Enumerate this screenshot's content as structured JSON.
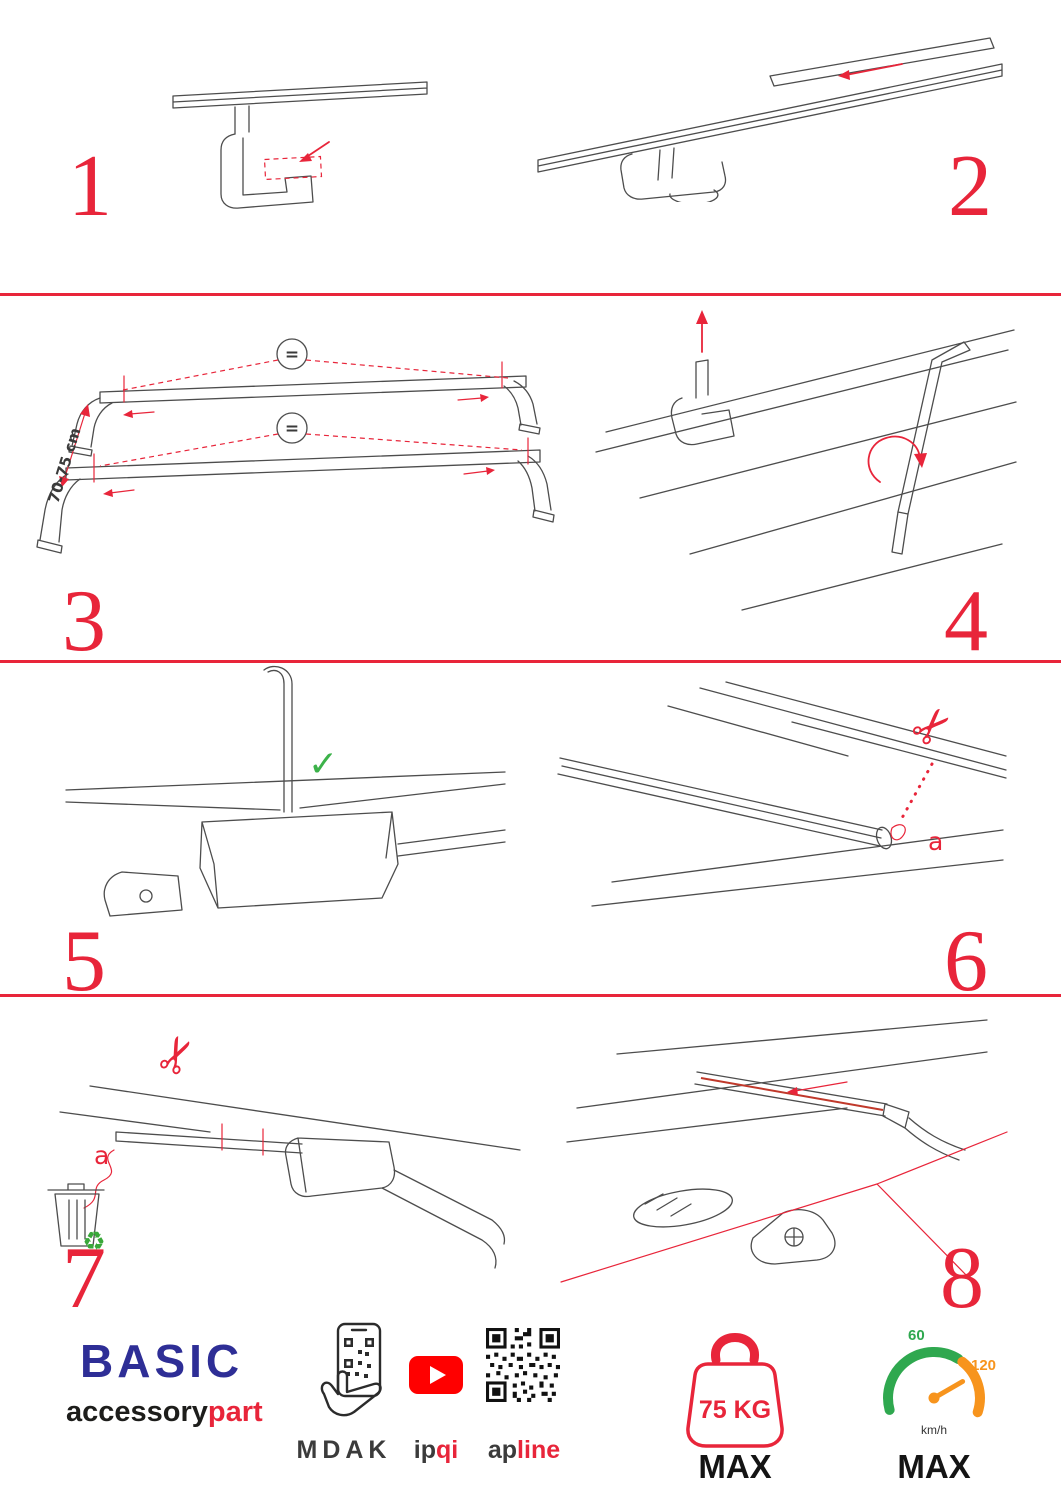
{
  "colors": {
    "accent_red": "#e8253a",
    "brand_blue": "#2e2e96",
    "check_green": "#3cb24a",
    "gauge_green": "#2fa84f",
    "gauge_orange": "#f7941d",
    "youtube_red": "#ff0000"
  },
  "steps": [
    {
      "number": "1"
    },
    {
      "number": "2"
    },
    {
      "number": "3",
      "equal_symbol": "=",
      "dimension_label": "70-75 cm"
    },
    {
      "number": "4"
    },
    {
      "number": "5",
      "check_icon": "✓"
    },
    {
      "number": "6",
      "scissors_icon": "✂",
      "cut_label": "a"
    },
    {
      "number": "7",
      "scissors_icon": "✂",
      "cut_label": "a",
      "recycle_icon": "♻"
    },
    {
      "number": "8"
    }
  ],
  "footer": {
    "brand_name": "BASIC",
    "brand_sub_left": "accessory",
    "brand_sub_right": "part",
    "partner_mdak": "MDAK",
    "partner_ipqi_left": "ip",
    "partner_ipqi_right": "qi",
    "partner_apline_left": "ap",
    "partner_apline_right": "line",
    "weight_limit": "75 KG",
    "weight_max_label": "MAX",
    "gauge_low": "60",
    "gauge_high": "120",
    "gauge_unit": "km/h",
    "gauge_max_label": "MAX"
  }
}
